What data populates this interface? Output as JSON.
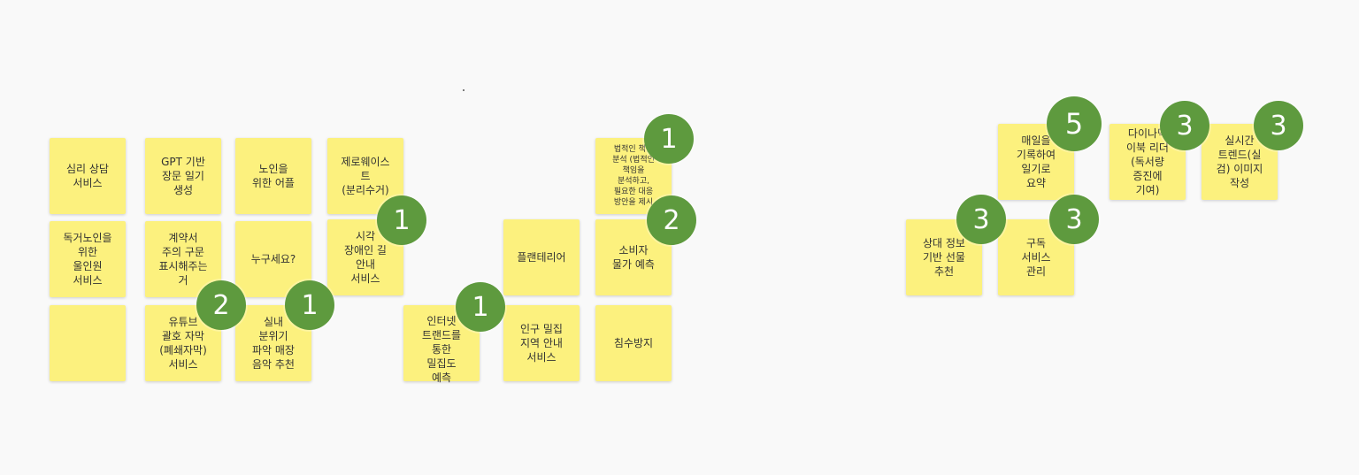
{
  "notes": {
    "n1": "심리 상담\n서비스",
    "n2": "독거노인을\n위한\n울인원\n서비스",
    "n3": "",
    "n4": "GPT 기반\n장문 일기\n생성",
    "n5": "계약서\n주의 구문\n표시해주는\n거",
    "n6": "유튜브\n괄호 자막\n(폐쇄자막)\n서비스",
    "n7": "노인을\n위한 어플",
    "n8": "누구세요?",
    "n9": "실내\n분위기\n파악 매장\n음악 추천",
    "n10": "제로웨이스\n트\n(분리수거)",
    "n11": "시각\n장애인 길\n안내\n서비스",
    "n12": "인터넷\n트랜드를\n통한\n밀집도\n예측",
    "n13": "플랜테리어",
    "n14": "인구 밀집\n지역 안내\n서비스",
    "n15": "법적인 책임\n분석 (법적인\n책임을\n분석하고,\n필요한 대응\n방안을 제시",
    "n16": "소비자\n물가 예측",
    "n17": "침수방지",
    "n18": "매일을\n기록하여\n일기로\n요약",
    "n19": "상대 정보\n기반 선물\n추천",
    "n20": "구독\n서비스\n관리",
    "n21": "다이나믹\n이북 리더\n(독서량\n증진에\n기여)",
    "n22": "실시간\n트렌드(실\n검) 이미지\n작성"
  },
  "votes": {
    "v1": "1",
    "v2": "2",
    "v3": "1",
    "v4": "1",
    "v5": "1",
    "v6": "2",
    "v7": "5",
    "v8": "3",
    "v9": "3",
    "v10": "3",
    "v11": "3"
  }
}
